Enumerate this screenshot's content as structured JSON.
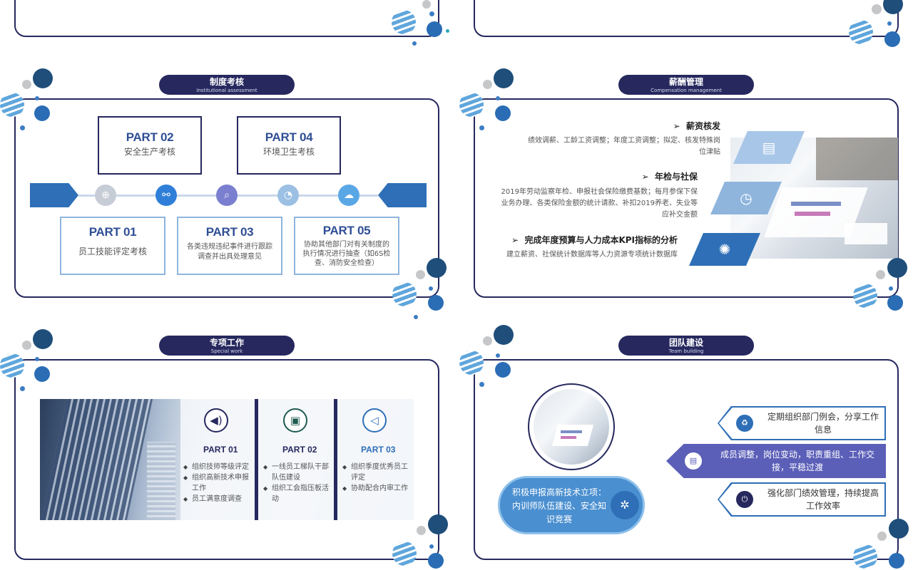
{
  "colors": {
    "navy": "#26285e",
    "blue": "#2e6fb7",
    "light_blue": "#8fb5dd",
    "purple": "#5b5fb8"
  },
  "panel_assessment": {
    "tab": {
      "zh": "制度考核",
      "en": "Institutional assessment"
    },
    "parts": [
      {
        "title": "PART 02",
        "desc": "安全生产考核"
      },
      {
        "title": "PART 04",
        "desc": "环境卫生考核"
      },
      {
        "title": "PART 01",
        "desc": "员工技能评定考核"
      },
      {
        "title": "PART 03",
        "desc": "各类违规违纪事件进行跟踪调查并出具处理意见"
      },
      {
        "title": "PART 05",
        "desc": "协助其他部门对有关制度的执行情况进行抽查（如6S检查、消防安全检查）"
      }
    ],
    "timeline_icons": [
      "crosshair-icon",
      "link-icon",
      "search-icon",
      "rss-icon",
      "cloud-icon"
    ]
  },
  "panel_salary": {
    "tab": {
      "zh": "薪酬管理",
      "en": "Compensation management"
    },
    "items": [
      {
        "head": "薪资核发",
        "body": "绩效调薪、工龄工资调整；年度工资调整；拟定、核发特殊岗位津贴"
      },
      {
        "head": "年检与社保",
        "body": "2019年劳动监察年检、申报社会保险缴费基数；每月参保下保业务办理、各类保险金额的统计请款、补扣2019养老、失业等应补交金额"
      },
      {
        "head": "完成年度预算与人力成本KPI指标的分析",
        "body": "建立薪资、社保统计数据库等人力资源专项统计数据库"
      }
    ],
    "icons": [
      "book-icon",
      "clock-icon",
      "lightbulb-icon"
    ]
  },
  "panel_special": {
    "tab": {
      "zh": "专项工作",
      "en": "Special work"
    },
    "columns": [
      {
        "title": "PART 01",
        "icon": "speaker-icon",
        "items": [
          "组织技师等级评定",
          "组织高新技术申报工作",
          "员工满意度调查"
        ]
      },
      {
        "title": "PART 02",
        "icon": "presentation-icon",
        "items": [
          "一线员工梯队干部队伍建设",
          "组织工会指压板活动"
        ]
      },
      {
        "title": "PART 03",
        "icon": "megaphone-icon",
        "items": [
          "组织季度优秀员工评定",
          "协助配合内审工作"
        ]
      }
    ]
  },
  "panel_team": {
    "tab": {
      "zh": "团队建设",
      "en": "Team building"
    },
    "bubble": "积极申报高新技术立项：内训师队伍建设、安全知识竞赛",
    "items": [
      {
        "text": "定期组织部门例会，分享工作信息",
        "icon": "recycle-icon"
      },
      {
        "text": "成员调整，岗位变动，职责重组、工作交接，平稳过渡",
        "icon": "document-icon"
      },
      {
        "text": "强化部门绩效管理，持续提高工作效率",
        "icon": "power-icon"
      }
    ]
  }
}
